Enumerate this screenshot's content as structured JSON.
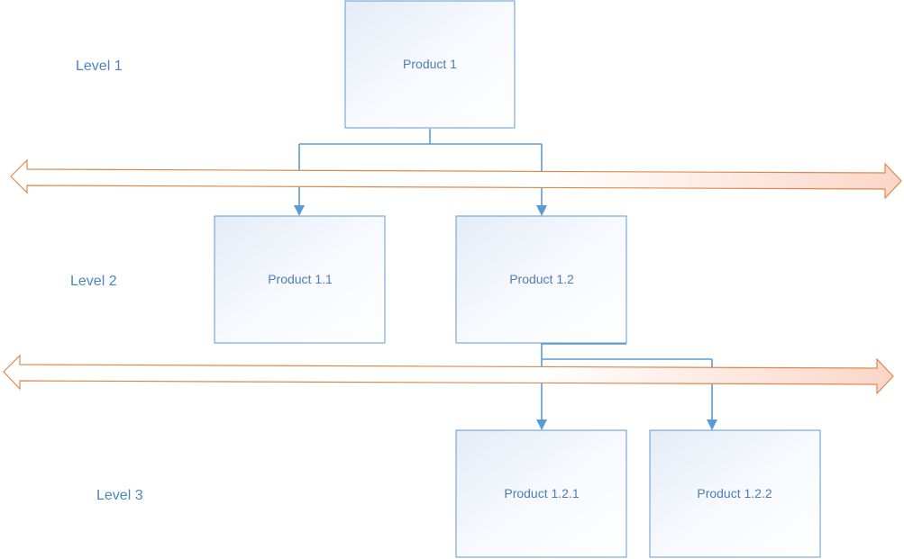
{
  "levels": [
    {
      "label": "Level 1"
    },
    {
      "label": "Level 2"
    },
    {
      "label": "Level 3"
    }
  ],
  "nodes": {
    "product_1": "Product 1",
    "product_1_1": "Product 1.1",
    "product_1_2": "Product 1.2",
    "product_1_2_1": "Product 1.2.1",
    "product_1_2_2": "Product 1.2.2"
  },
  "colors": {
    "box_border": "#5b9bd5",
    "text": "#4a7fb5",
    "band_border": "#e0884a",
    "band_fill_end": "#fbd9cc"
  }
}
